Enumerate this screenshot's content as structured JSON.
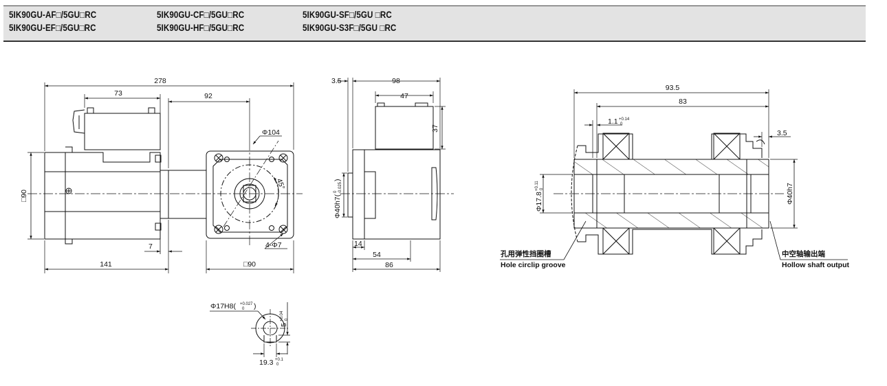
{
  "header": {
    "models": [
      [
        "5IK90GU-AF□/5GU□RC",
        "5IK90GU-CF□/5GU□RC",
        "5IK90GU-SF□/5GU □RC"
      ],
      [
        "5IK90GU-EF□/5GU□RC",
        "5IK90GU-HF□/5GU□RC",
        "5IK90GU-S3F□/5GU □RC"
      ]
    ]
  },
  "front_view": {
    "dim_total_length": "278",
    "dim_terminal_box": "73",
    "dim_gearhead_length": "92",
    "dim_pcd": "Φ104",
    "dim_angle": "45°",
    "dim_height": "□90",
    "dim_flange_thickness": "7",
    "dim_mounting_holes": "4-Φ7",
    "dim_motor_length": "141",
    "dim_flange_square": "□90"
  },
  "side_view": {
    "dim_offset": "3.5",
    "dim_width": "98",
    "dim_box_width": "47",
    "dim_box_height": "37",
    "dim_pilot": "Φ40h7(",
    "dim_pilot_tol_upper": "0",
    "dim_pilot_tol_lower": "-0.025",
    "dim_pilot_close": ")",
    "dim_boss": "14",
    "dim_body": "54",
    "dim_overall": "86"
  },
  "shaft_section": {
    "dim_total": "93.5",
    "dim_inner": "83",
    "dim_groove_width": "1.1",
    "dim_groove_tol_upper": "+0.14",
    "dim_groove_tol_lower": "0",
    "dim_right_offset": "3.5",
    "dim_bore": "Φ17.8",
    "dim_bore_tol_upper": "+0.11",
    "dim_bore_tol_lower": "0",
    "dim_od": "Φ40h7",
    "label_groove_cn": "孔用弹性挡圈槽",
    "label_groove_en": "Hole circlip groove",
    "label_output_cn": "中空轴输出端",
    "label_output_en": "Hollow shaft output"
  },
  "keyway_detail": {
    "dim_bore": "Φ17H8(",
    "dim_bore_tol_upper": "+0.027",
    "dim_bore_tol_lower": "0",
    "dim_bore_close": ")",
    "dim_key_width": "5",
    "dim_key_tol_upper": "+0.04",
    "dim_key_tol_lower": "0",
    "dim_key_height": "19.3",
    "dim_key_height_tol_upper": "+0.1",
    "dim_key_height_tol_lower": "0"
  }
}
